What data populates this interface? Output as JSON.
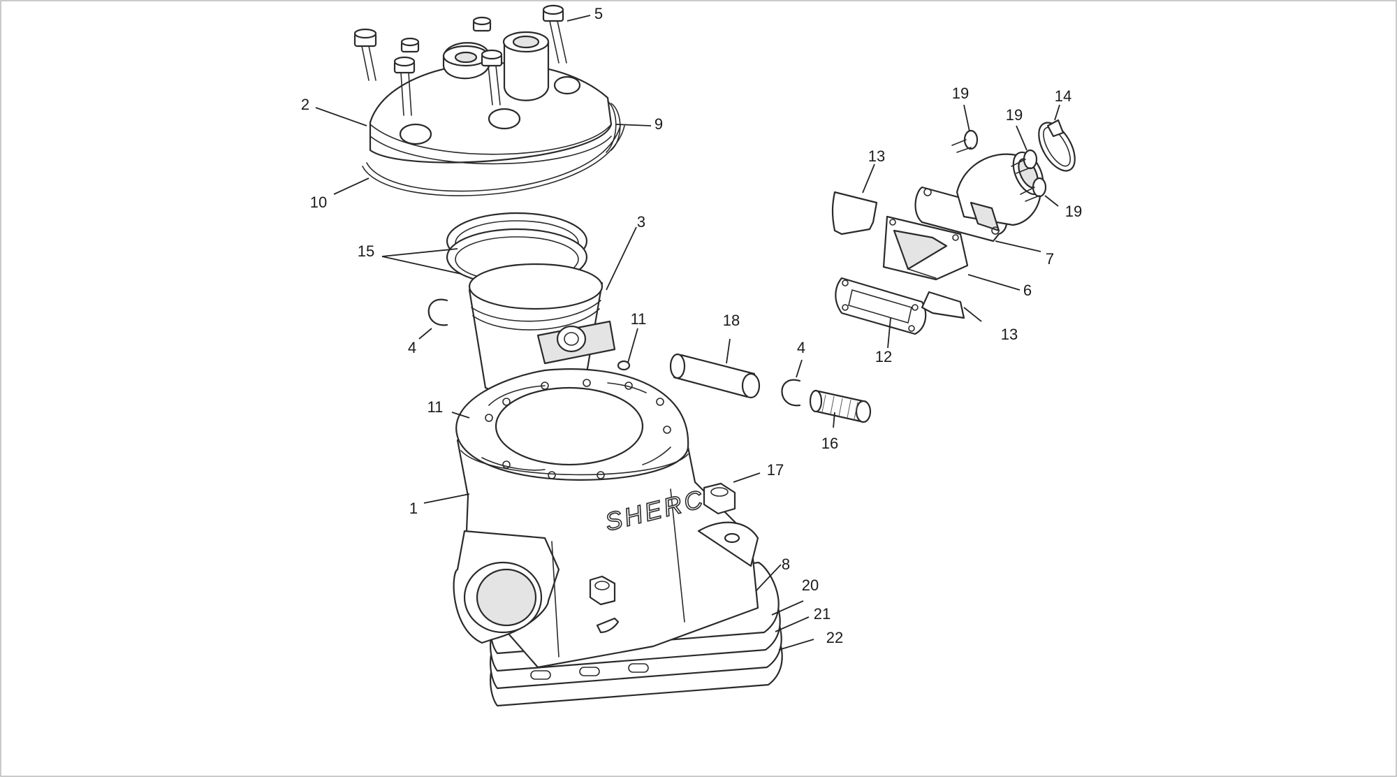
{
  "brand_text": "SHERC",
  "callouts": [
    {
      "id": "c1",
      "label": "1"
    },
    {
      "id": "c2",
      "label": "2"
    },
    {
      "id": "c3",
      "label": "3"
    },
    {
      "id": "c4a",
      "label": "4"
    },
    {
      "id": "c4b",
      "label": "4"
    },
    {
      "id": "c5",
      "label": "5"
    },
    {
      "id": "c6",
      "label": "6"
    },
    {
      "id": "c7",
      "label": "7"
    },
    {
      "id": "c8",
      "label": "8"
    },
    {
      "id": "c9",
      "label": "9"
    },
    {
      "id": "c10",
      "label": "10"
    },
    {
      "id": "c11a",
      "label": "11"
    },
    {
      "id": "c11b",
      "label": "11"
    },
    {
      "id": "c12",
      "label": "12"
    },
    {
      "id": "c13a",
      "label": "13"
    },
    {
      "id": "c13b",
      "label": "13"
    },
    {
      "id": "c14",
      "label": "14"
    },
    {
      "id": "c15",
      "label": "15"
    },
    {
      "id": "c16",
      "label": "16"
    },
    {
      "id": "c17",
      "label": "17"
    },
    {
      "id": "c18",
      "label": "18"
    },
    {
      "id": "c19a",
      "label": "19"
    },
    {
      "id": "c19b",
      "label": "19"
    },
    {
      "id": "c19c",
      "label": "19"
    },
    {
      "id": "c20",
      "label": "20"
    },
    {
      "id": "c21",
      "label": "21"
    },
    {
      "id": "c22",
      "label": "22"
    }
  ]
}
